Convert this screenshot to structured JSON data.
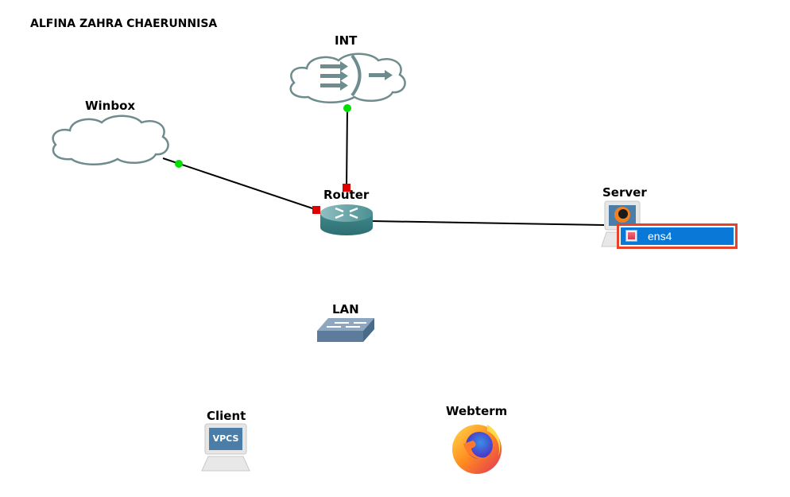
{
  "canvas": {
    "title_note": "ALFINA ZAHRA CHAERUNNISA"
  },
  "nodes": {
    "int": {
      "label": "INT",
      "icon": "cloud-nat-icon"
    },
    "winbox": {
      "label": "Winbox",
      "icon": "cloud-icon"
    },
    "router": {
      "label": "Router",
      "icon": "router-icon"
    },
    "server": {
      "label": "Server",
      "icon": "qemu-server-icon"
    },
    "lan": {
      "label": "LAN",
      "icon": "ethernet-switch-icon"
    },
    "client": {
      "label": "Client",
      "icon": "vpcs-icon",
      "screen_text": "VPCS"
    },
    "webterm": {
      "label": "Webterm",
      "icon": "firefox-icon"
    }
  },
  "links": [
    {
      "from": "INT",
      "to": "Router",
      "from_status": "up",
      "to_status": "stopped"
    },
    {
      "from": "Winbox",
      "to": "Router",
      "from_status": "up",
      "to_status": "stopped"
    },
    {
      "from": "Router",
      "to": "Server"
    }
  ],
  "context_menu": {
    "items": [
      {
        "label": "ens4",
        "selected": true
      }
    ]
  },
  "colors": {
    "link_up": "#00e000",
    "link_stopped": "#e00000",
    "highlight_border": "#e8412a",
    "selection": "#0a78d7"
  }
}
